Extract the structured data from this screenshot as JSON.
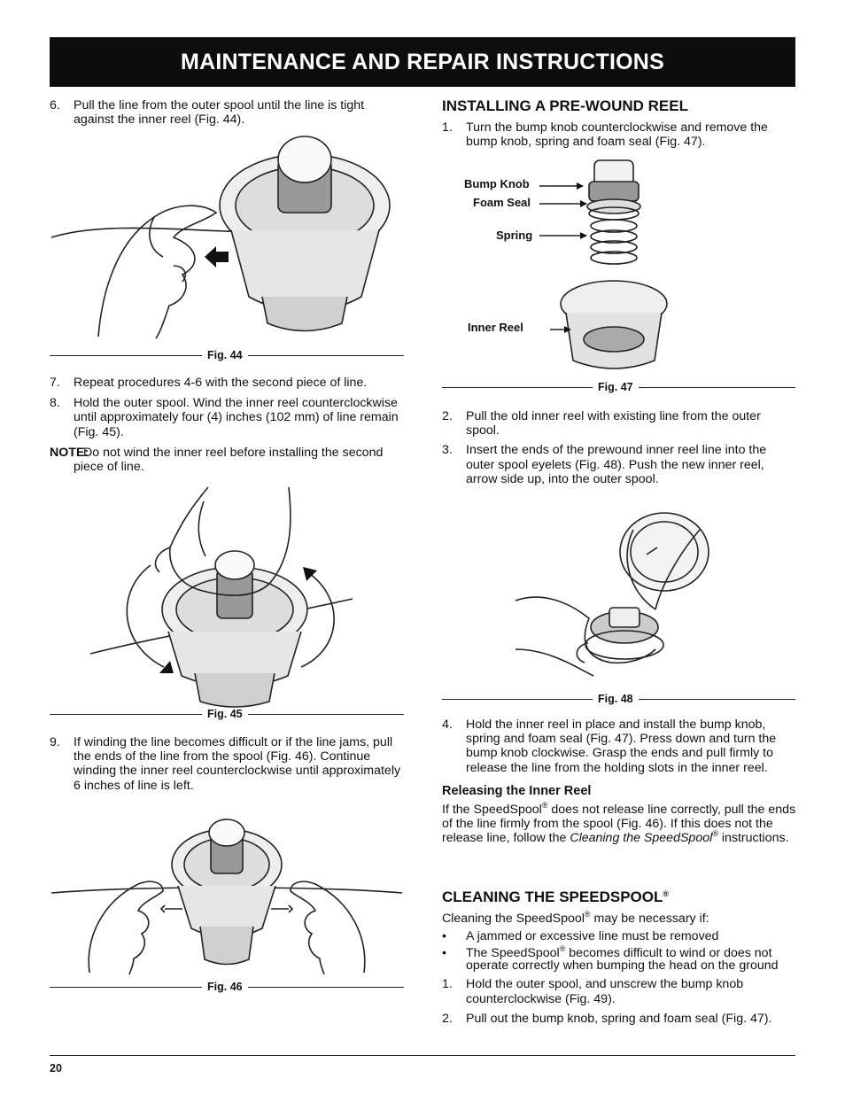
{
  "header": {
    "title": "MAINTENANCE AND REPAIR INSTRUCTIONS"
  },
  "left": {
    "step6": {
      "num": "6.",
      "text": "Pull the line from the outer spool until the line is tight against the inner reel (Fig. 44)."
    },
    "fig44": "Fig. 44",
    "step7": {
      "num": "7.",
      "text": "Repeat procedures 4-6 with the second piece of line."
    },
    "step8": {
      "num": "8.",
      "text": "Hold the outer spool. Wind the inner reel counterclockwise until approximately four (4) inches (102 mm) of line remain (Fig. 45)."
    },
    "note": {
      "label": "NOTE:",
      "text": "Do not wind the inner reel before installing the second piece of line."
    },
    "fig45": "Fig. 45",
    "step9": {
      "num": "9.",
      "text": "If winding the line becomes difficult or if the line jams, pull the ends of the line from the spool (Fig. 46). Continue winding the inner reel counterclockwise until approximately 6 inches of line is left."
    },
    "fig46": "Fig. 46"
  },
  "right": {
    "heading_install": "INSTALLING A PRE-WOUND REEL",
    "step1": {
      "num": "1.",
      "text": "Turn the bump knob counterclockwise and remove the bump knob, spring and foam seal (Fig. 47)."
    },
    "fig47_labels": {
      "bump_knob": "Bump Knob",
      "foam_seal": "Foam Seal",
      "spring": "Spring",
      "inner_reel": "Inner Reel"
    },
    "fig47": "Fig. 47",
    "step2": {
      "num": "2.",
      "text": "Pull the old inner reel with existing line from the outer spool."
    },
    "step3": {
      "num": "3.",
      "text": "Insert the ends of the prewound inner reel line into the outer spool eyelets (Fig. 48). Push the new inner reel, arrow side up, into the outer spool."
    },
    "fig48": "Fig. 48",
    "step4": {
      "num": "4.",
      "text": "Hold the inner reel in place and install the bump knob, spring and foam seal (Fig. 47). Press down and turn the bump knob clockwise. Grasp the ends and pull firmly to release the line from the holding slots in the inner reel."
    },
    "heading_release": "Releasing the Inner Reel",
    "release": {
      "p1": "If the SpeedSpool",
      "reg": "®",
      "p2": " does not release line correctly, pull the ends of the line firmly from the spool (Fig. 46). If this does not the release line, follow the ",
      "italic": "Cleaning the SpeedSpool",
      "p3": " instructions."
    },
    "heading_clean": "CLEANING THE SPEEDSPOOL",
    "clean_intro": {
      "a": "Cleaning the SpeedSpool",
      "b": " may be necessary if:"
    },
    "bullets": [
      {
        "dot": "•",
        "text": "A jammed or excessive line must be removed"
      },
      {
        "dot": "•",
        "a": "The SpeedSpool",
        "b": " becomes difficult to wind or does not operate correctly when bumping the head on the ground"
      }
    ],
    "clean1": {
      "num": "1.",
      "text": "Hold the outer spool, and unscrew the bump knob counterclockwise (Fig. 49)."
    },
    "clean2": {
      "num": "2.",
      "text": "Pull out the bump knob, spring and foam seal (Fig. 47)."
    }
  },
  "footer": {
    "page": "20"
  }
}
